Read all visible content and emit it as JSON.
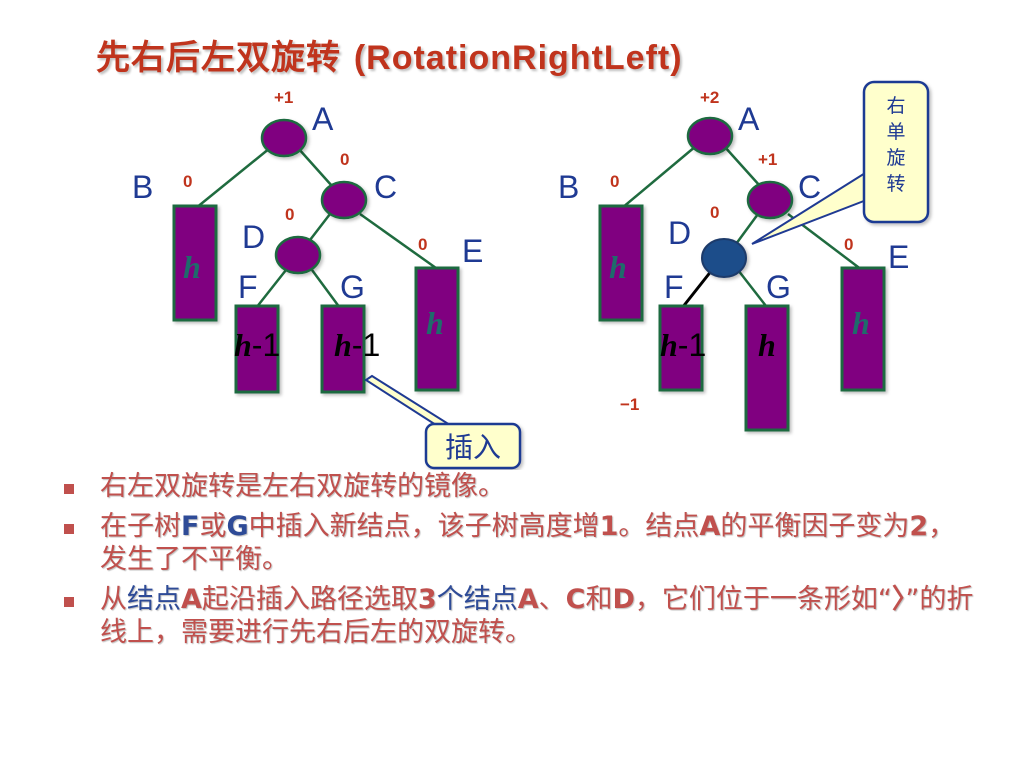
{
  "title": {
    "main": "先右后左双旋转",
    "sub": "(RotationRightLeft)"
  },
  "left_tree": {
    "nodes": {
      "A": {
        "label": "A",
        "balance": "+1"
      },
      "B": {
        "label": "B",
        "balance": "0"
      },
      "C": {
        "label": "C",
        "balance": "0"
      },
      "D": {
        "label": "D",
        "balance": "0"
      },
      "E": {
        "label": "E",
        "balance": "0"
      },
      "F": {
        "label": "F"
      },
      "G": {
        "label": "G"
      }
    },
    "subtrees": {
      "B": "h",
      "E": "h",
      "F_var": "h",
      "F_num": "-1",
      "G_var": "h",
      "G_num": "-1"
    }
  },
  "right_tree": {
    "nodes": {
      "A": {
        "label": "A",
        "balance": "+2"
      },
      "B": {
        "label": "B",
        "balance": "0"
      },
      "C": {
        "label": "C",
        "balance": "+1"
      },
      "D": {
        "label": "D",
        "balance": "0"
      },
      "E": {
        "label": "E",
        "balance": "0"
      },
      "F": {
        "label": "F"
      },
      "G": {
        "label": "G"
      }
    },
    "subtrees": {
      "B": "h",
      "E": "h",
      "F_var": "h",
      "F_num": "-1",
      "G_var": "h"
    },
    "d_balance": "−1"
  },
  "callouts": {
    "insert": "插入",
    "rotate": [
      "右",
      "单",
      "旋",
      "转"
    ]
  },
  "bullets": [
    {
      "text": "右左双旋转是左右双旋转的镜像。"
    },
    {
      "p1": "在子树",
      "k1": "F",
      "p2": "或",
      "k2": "G",
      "p3": "中插入新结点，该子树高度增",
      "k3": "1",
      "p4": "。结点",
      "k4": "A",
      "p5": "的平衡因子变为",
      "k5": "2",
      "p6": "，发生了不平衡。"
    },
    {
      "p1": "从",
      "p2": "结点",
      "k1": "A",
      "p3": "起沿插入路径选取",
      "k2": "3",
      "p4": "个结点",
      "k3": "A",
      "p5": "、",
      "k4": "C",
      "p6": "和",
      "k5": "D",
      "p7": "，它们位于一条形如“",
      "k6": "〉",
      "p8": "”的折线上，需要进行先右后左的双旋转。"
    }
  ],
  "colors": {
    "node_fill": "#800080",
    "node_stroke": "#1f6b3f",
    "edge": "#1f6b3f",
    "balance": "#c0341d",
    "label_blue": "#1f3a93",
    "highlight_node": "#1f4e8a",
    "callout_fill": "#ffffcc"
  }
}
